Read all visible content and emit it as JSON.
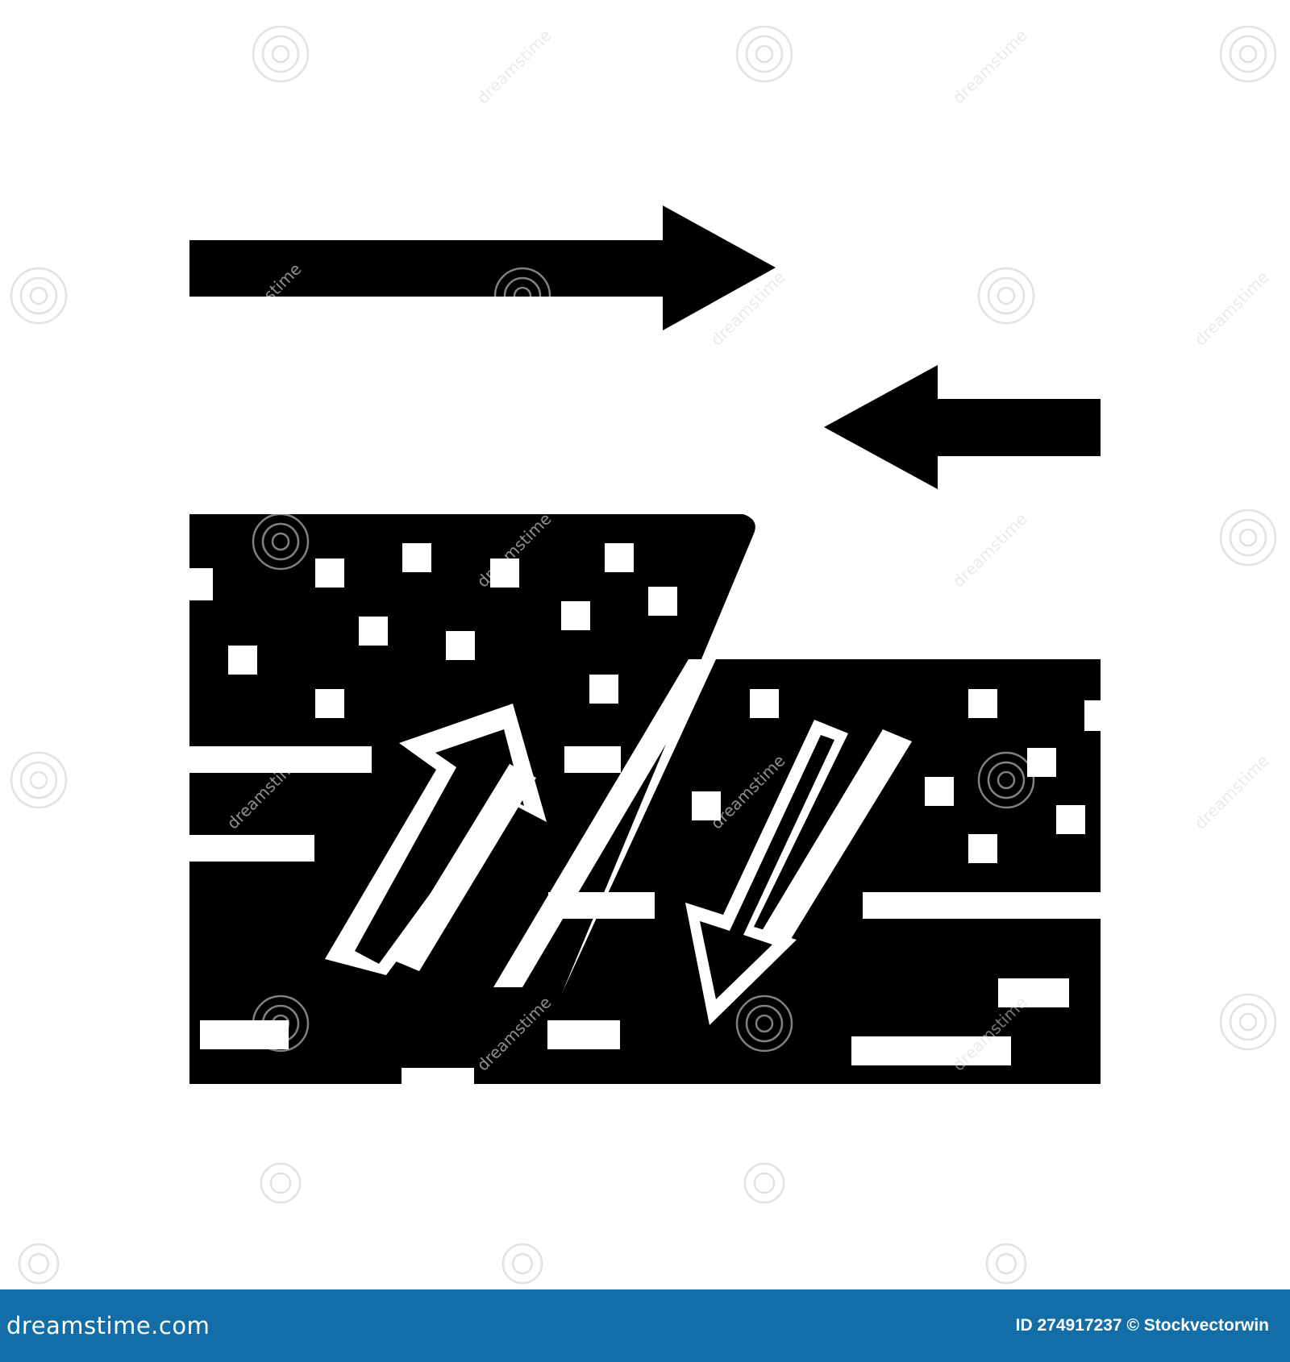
{
  "footer": {
    "brand": "dreamstime.com",
    "image_id": "ID 274917237",
    "copyright_sign": "©",
    "author": "Stockvectorwin",
    "background_color": "#136ea8"
  },
  "watermark": {
    "text": "dreamstime"
  },
  "icon": {
    "name": "geological-fault-compression-icon",
    "color": "#000000"
  }
}
